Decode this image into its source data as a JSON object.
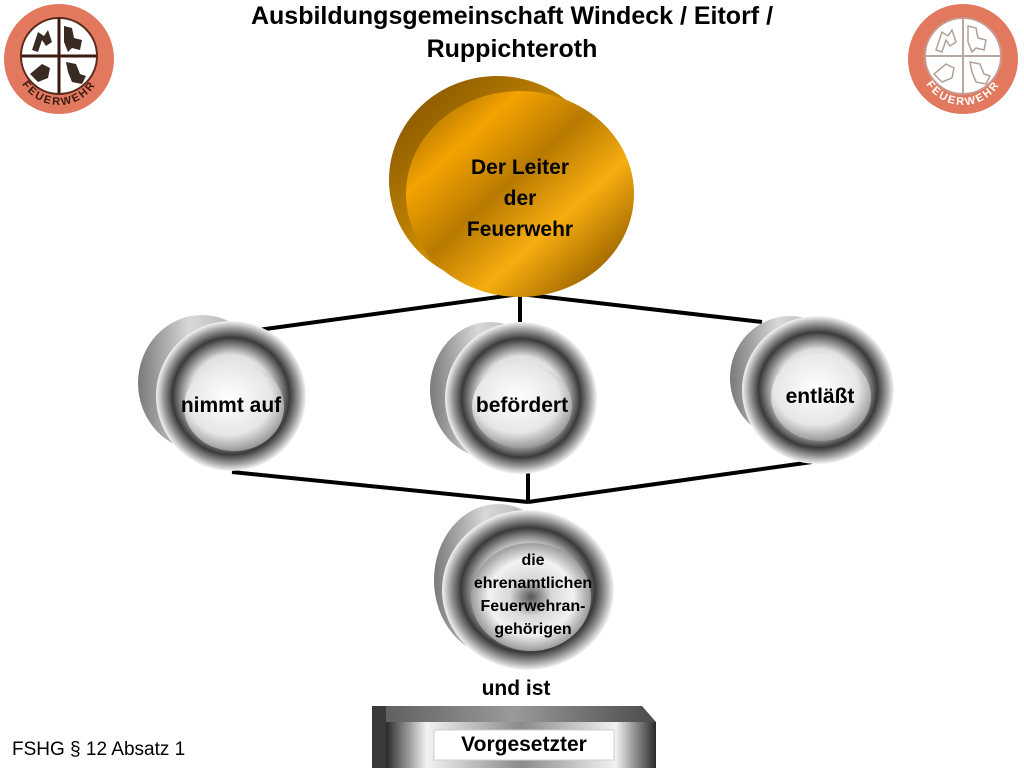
{
  "header": {
    "title_line1": "Ausbildungsgemeinschaft Windeck / Eitorf /",
    "title_line2": "Ruppichteroth"
  },
  "logos": {
    "left": {
      "text": "FEUERWEHR",
      "icon": "feuerwehr-emblem-icon",
      "color": "#e2785e"
    },
    "right": {
      "text": "FEUERWEHR",
      "icon": "feuerwehr-emblem-icon",
      "color": "#e2785e"
    }
  },
  "diagram": {
    "top_node": {
      "line1": "Der Leiter",
      "line2": "der",
      "line3": "Feuerwehr",
      "color": "#f0a800"
    },
    "actions": [
      {
        "label": "nimmt auf"
      },
      {
        "label": "befördert"
      },
      {
        "label": "entläßt"
      }
    ],
    "bottom_node": {
      "line1": "die",
      "line2": "ehrenamtlichen",
      "line3": "Feuerwehran-",
      "line4": "gehörigen"
    },
    "connector_text": "und ist",
    "result_box": "Vorgesetzter"
  },
  "footer": {
    "text": "FSHG § 12 Absatz 1"
  }
}
